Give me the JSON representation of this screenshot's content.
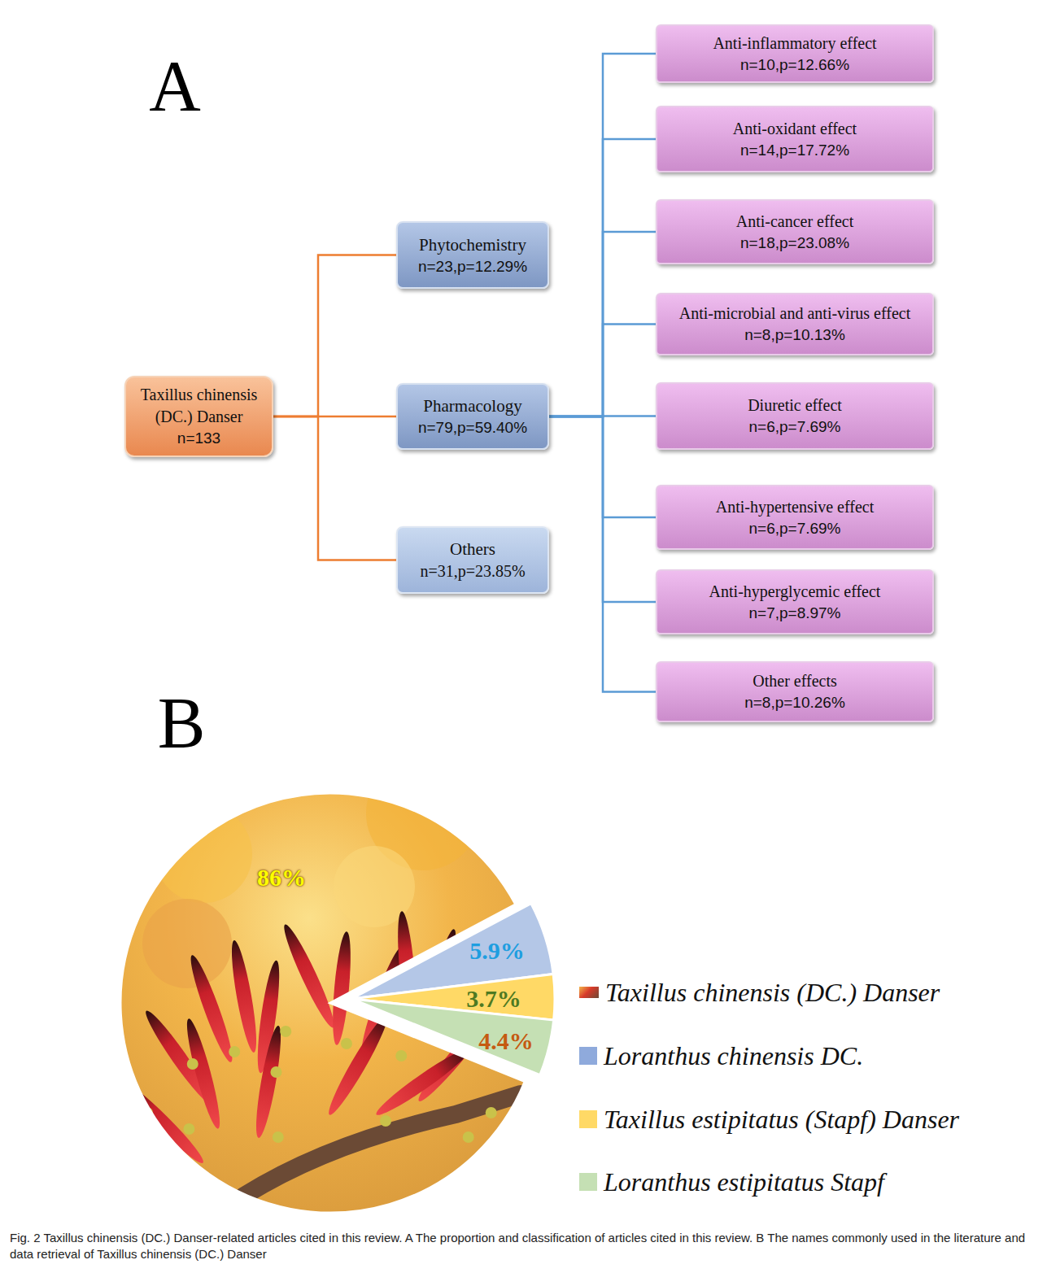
{
  "diagram": {
    "caption": "Fig. 2 Taxillus chinensis (DC.) Danser-related articles cited in this review. A The proportion and classification of articles cited in this review. B The names commonly used in the literature and data retrieval of Taxillus chinensis (DC.) Danser",
    "nodes": [
      {
        "text": [
          "Taxillus chinensis (DC.) Danser",
          "n=133"
        ]
      },
      {
        "text": [
          "Phytochemistry",
          "n=23,p=12.29%"
        ]
      },
      {
        "text": [
          "Pharmacology",
          "n=79,p=59.40%"
        ]
      },
      {
        "text": [
          "Others",
          "n=31,p=23.85%"
        ]
      },
      {
        "text": [
          "Anti-inflammatory effect",
          "n=10,p=12.66%"
        ]
      },
      {
        "text": [
          "Anti-oxidant effect",
          "n=14,p=17.72%"
        ]
      },
      {
        "text": [
          "Anti-cancer effect",
          "n=18,p=23.08%"
        ]
      },
      {
        "text": [
          "Anti-microbial and anti-virus effect",
          "n=8,p=10.13%"
        ]
      },
      {
        "text": [
          "Diuretic effect",
          "n=6,p=7.69%"
        ]
      },
      {
        "text": [
          "Anti-hypertensive effect",
          "n=6,p=7.69%"
        ]
      },
      {
        "text": [
          "Anti-hyperglycemic effect",
          "n=7,p=8.97%"
        ]
      },
      {
        "text": [
          "Other effects",
          "n=8,p=10.26%"
        ]
      }
    ],
    "edges": [
      {
        "from": 0,
        "to": 1,
        "arrow": "none"
      },
      {
        "from": 0,
        "to": 2,
        "arrow": "none"
      },
      {
        "from": 0,
        "to": 3,
        "arrow": "none"
      },
      {
        "from": 2,
        "to": 4,
        "arrow": "none"
      },
      {
        "from": 2,
        "to": 5,
        "arrow": "none"
      },
      {
        "from": 2,
        "to": 6,
        "arrow": "none"
      },
      {
        "from": 2,
        "to": 7,
        "arrow": "none"
      },
      {
        "from": 2,
        "to": 8,
        "arrow": "none"
      },
      {
        "from": 2,
        "to": 9,
        "arrow": "none"
      },
      {
        "from": 2,
        "to": 10,
        "arrow": "none"
      },
      {
        "from": 2,
        "to": 11,
        "arrow": "none"
      }
    ],
    "labels": [
      "A",
      "B",
      "86%",
      "5.9%",
      "3.7%",
      "4.4%"
    ],
    "legend": [
      {
        "text": "Taxillus chinensis (DC.) Danser"
      },
      {
        "text": "Loranthus chinensis DC.",
        "color": "#8faadc"
      },
      {
        "text": "Taxillus estipitatus (Stapf) Danser",
        "color": "#ffd966"
      },
      {
        "text": "Loranthus estipitatus Stapf",
        "color": "#c5e0b4"
      }
    ]
  }
}
